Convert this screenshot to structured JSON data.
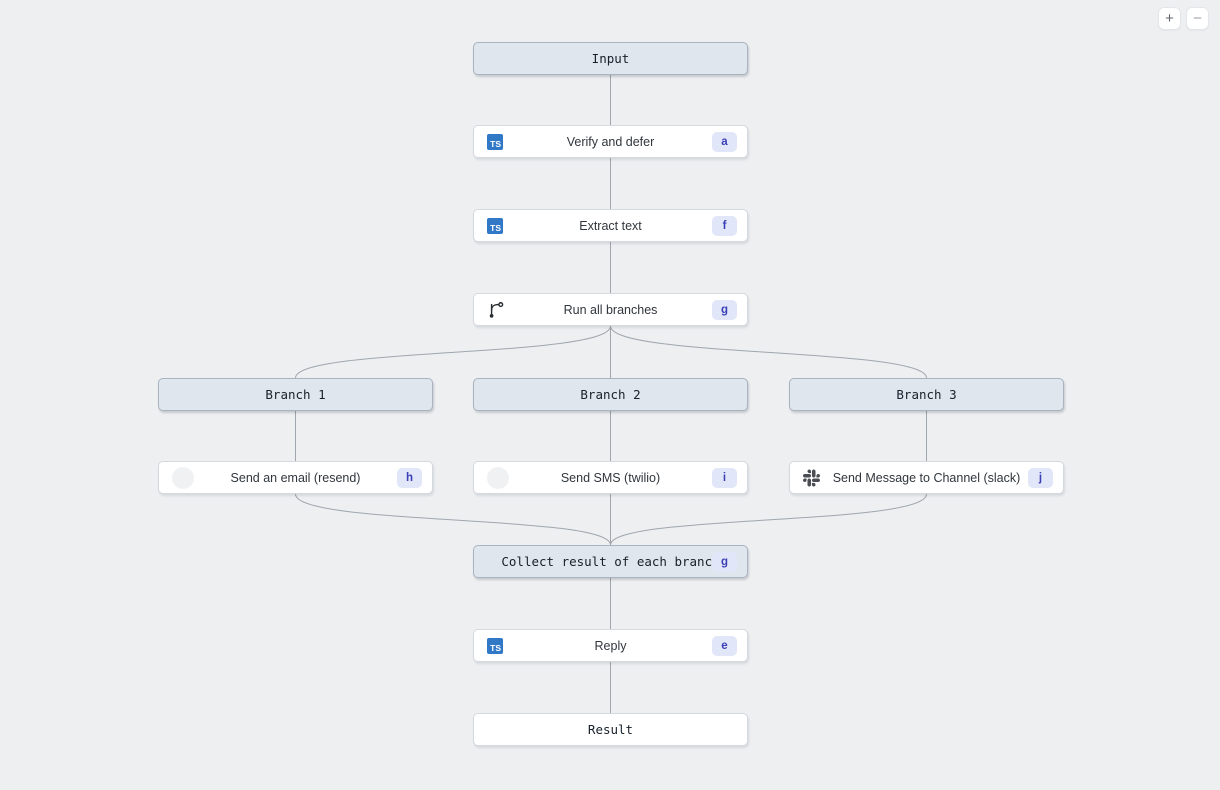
{
  "zoom_controls": {
    "zoom_in_label": "+",
    "zoom_out_label": "−"
  },
  "icons": {
    "typescript_label": "TS"
  },
  "colors": {
    "canvas_background": "#edeff1",
    "header_node_background": "#dfe6ed",
    "edge": "#9fa6ad",
    "badge_background": "#e2e6f9",
    "badge_text": "#3a3fb5",
    "typescript_blue": "#3178c6"
  },
  "diagram": {
    "nodes": {
      "input": {
        "label": "Input"
      },
      "verify": {
        "label": "Verify and defer",
        "badge": "a"
      },
      "extract": {
        "label": "Extract text",
        "badge": "f"
      },
      "run_branches": {
        "label": "Run all branches",
        "badge": "g"
      },
      "branch1": {
        "label": "Branch 1"
      },
      "branch2": {
        "label": "Branch 2"
      },
      "branch3": {
        "label": "Branch 3"
      },
      "send_email": {
        "label": "Send an email (resend)",
        "badge": "h"
      },
      "send_sms": {
        "label": "Send SMS (twilio)",
        "badge": "i"
      },
      "send_slack": {
        "label": "Send Message to Channel (slack)",
        "badge": "j"
      },
      "collect": {
        "label": "Collect result of each branch",
        "badge": "g"
      },
      "reply": {
        "label": "Reply",
        "badge": "e"
      },
      "result": {
        "label": "Result"
      }
    }
  }
}
